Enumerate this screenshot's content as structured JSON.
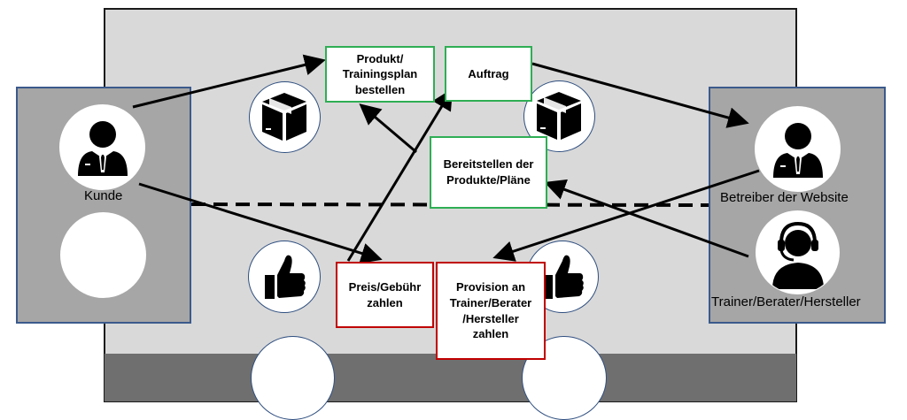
{
  "actors": {
    "customer": {
      "label": "Kunde",
      "icon": "businessman-icon"
    },
    "operator": {
      "label": "Betreiber der Website",
      "icon": "businessman-icon"
    },
    "supplier": {
      "label": "Trainer/Berater/Hersteller",
      "icon": "headset-agent-icon"
    }
  },
  "boxes": {
    "order_product": {
      "text": "Produkt/\nTrainingsplan\nbestellen"
    },
    "order": {
      "text": "Auftrag"
    },
    "provide": {
      "text": "Bereitstellen der\nProdukte/Pläne"
    },
    "pay_fee": {
      "text": "Preis/Gebühr\nzahlen"
    },
    "pay_commission": {
      "text": "Provision an\nTrainer/Berater\n/Hersteller\nzahlen"
    }
  },
  "icons": {
    "package": "package-box-icon",
    "thumbs_up": "thumbs-up-icon"
  },
  "colors": {
    "stage": "#d9d9d9",
    "stage_bottom": "#6f6f6f",
    "side_panel": "#a6a6a6",
    "panel_border": "#3b5a8c",
    "product_flow_border": "#2fae54",
    "payment_flow_border": "#c00000",
    "arrow": "#000000"
  }
}
